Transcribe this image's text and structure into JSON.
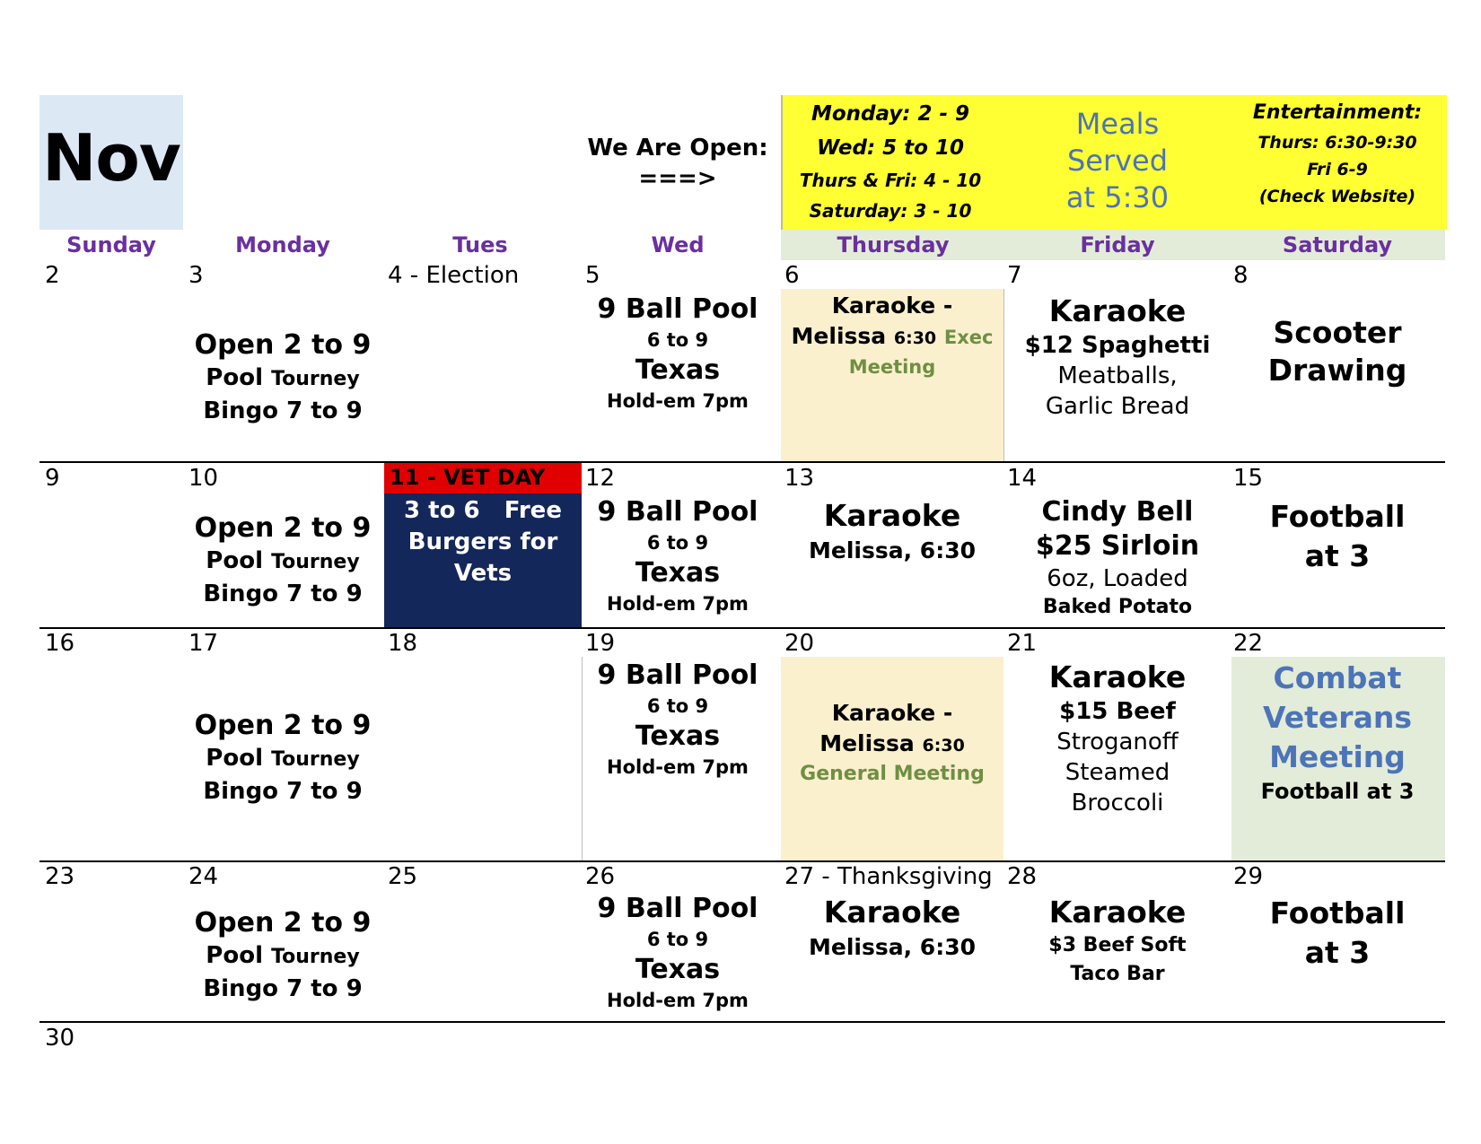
{
  "month": "Nov",
  "open_label": "We Are Open:",
  "open_arrow": "===>",
  "hours": [
    "Monday: 2 - 9",
    "Wed: 5 to 10",
    "Thurs & Fri: 4 - 10",
    "Saturday: 3 - 10"
  ],
  "meals": [
    "Meals",
    "Served",
    "at 5:30"
  ],
  "entertainment": {
    "title": "Entertainment:",
    "lines": [
      "Thurs: 6:30-9:30",
      "Fri 6-9",
      "(Check Website)"
    ]
  },
  "days_of_week": [
    "Sunday",
    "Monday",
    "Tues",
    "Wed",
    "Thursday",
    "Friday",
    "Saturday"
  ],
  "colors": {
    "header_yellow": "#ffff33",
    "nov_box": "#dde8f5",
    "dow_bg": "#e3ecd9",
    "purple": "#6a2fa0",
    "cream": "#faf0cd",
    "vet_red": "#e00000",
    "vet_navy": "#14275a",
    "combat_bg": "#e3ecd9"
  },
  "week1": {
    "d2": "2",
    "d3": "3",
    "d4": "4 - Election",
    "d5": "5",
    "d6": "6",
    "d7": "7",
    "d8": "8",
    "mon": [
      "Open 2 to 9",
      "Pool",
      "Tourney",
      "Bingo 7 to 9"
    ],
    "wed": [
      "9 Ball Pool",
      "6 to 9",
      "Texas",
      "Hold-em 7pm"
    ],
    "thu": [
      "Karaoke -",
      "Melissa",
      "6:30",
      "Exec",
      "Meeting"
    ],
    "fri": [
      "Karaoke",
      "$12 Spaghetti",
      "Meatballs,",
      "Garlic Bread"
    ],
    "sat": [
      "Scooter",
      "Drawing"
    ]
  },
  "week2": {
    "d9": "9",
    "d10": "10",
    "d11": "11 - VET DAY",
    "d12": "12",
    "d13": "13",
    "d14": "14",
    "d15": "15",
    "mon": [
      "Open 2 to 9",
      "Pool",
      "Tourney",
      "Bingo 7 to 9"
    ],
    "tue": [
      "3 to 6   Free",
      "Burgers for",
      "Vets"
    ],
    "wed": [
      "9 Ball Pool",
      "6 to 9",
      "Texas",
      "Hold-em 7pm"
    ],
    "thu": [
      "Karaoke",
      "Melissa, 6:30"
    ],
    "fri": [
      "Cindy Bell",
      "$25 Sirloin",
      "6oz, Loaded",
      "Baked Potato"
    ],
    "sat": [
      "Football",
      "at 3"
    ]
  },
  "week3": {
    "d16": "16",
    "d17": "17",
    "d18": "18",
    "d19": "19",
    "d20": "20",
    "d21": "21",
    "d22": "22",
    "mon": [
      "Open 2 to 9",
      "Pool",
      "Tourney",
      "Bingo 7 to 9"
    ],
    "wed": [
      "9 Ball Pool",
      "6 to 9",
      "Texas",
      "Hold-em 7pm"
    ],
    "thu": [
      "Karaoke -",
      "Melissa",
      "6:30",
      "General Meeting"
    ],
    "fri": [
      "Karaoke",
      "$15 Beef",
      "Stroganoff",
      "Steamed",
      "Broccoli"
    ],
    "sat": [
      "Combat",
      "Veterans",
      "Meeting",
      "Football at 3"
    ]
  },
  "week4": {
    "d23": "23",
    "d24": "24",
    "d25": "25",
    "d26": "26",
    "d27": "27 - Thanksgiving",
    "d28": "28",
    "d29": "29",
    "mon": [
      "Open 2 to 9",
      "Pool",
      "Tourney",
      "Bingo 7 to 9"
    ],
    "wed": [
      "9 Ball Pool",
      "6 to 9",
      "Texas",
      "Hold-em 7pm"
    ],
    "thu": [
      "Karaoke",
      "Melissa, 6:30"
    ],
    "fri": [
      "Karaoke",
      "$3 Beef Soft",
      "Taco Bar"
    ],
    "sat": [
      "Football",
      "at 3"
    ]
  },
  "week5": {
    "d30": "30"
  }
}
